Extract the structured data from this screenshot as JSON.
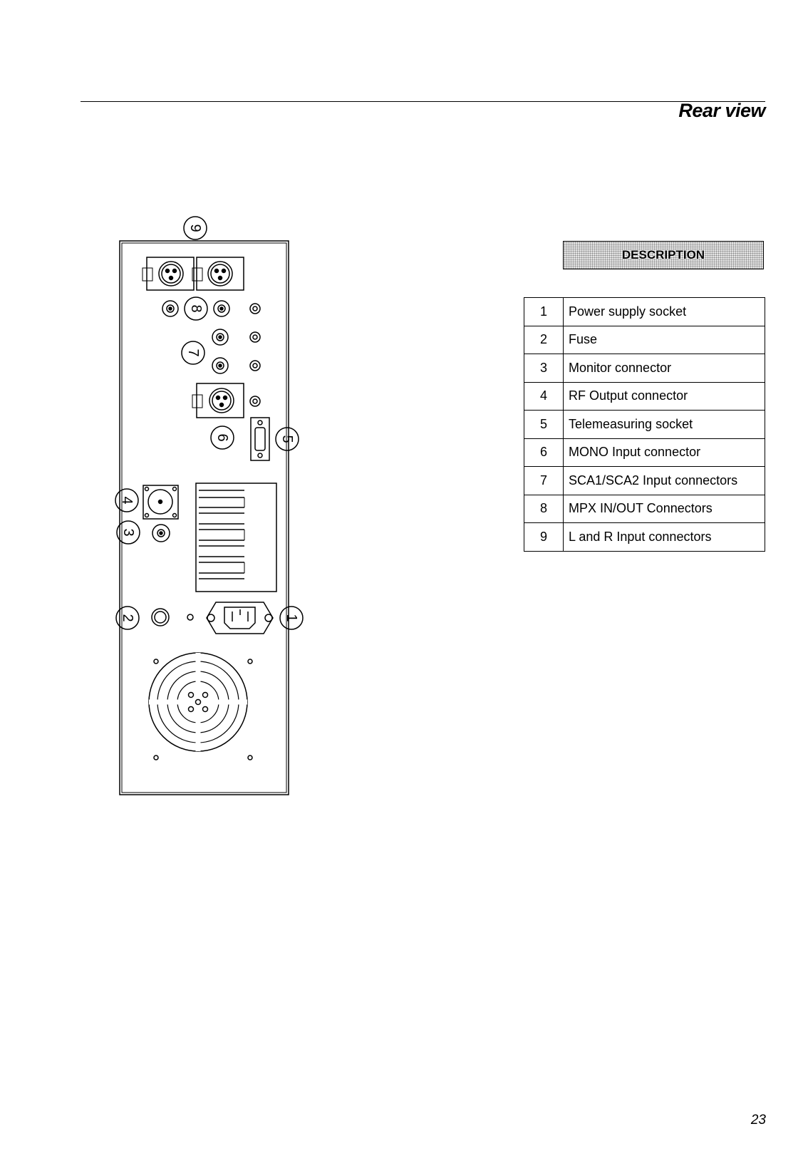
{
  "header": {
    "title": "Rear view"
  },
  "description": {
    "heading": "DESCRIPTION",
    "rows": [
      {
        "num": "1",
        "label": "Power supply socket"
      },
      {
        "num": "2",
        "label": "Fuse"
      },
      {
        "num": "3",
        "label": "Monitor connector"
      },
      {
        "num": "4",
        "label": "RF Output connector"
      },
      {
        "num": "5",
        "label": "Telemeasuring socket"
      },
      {
        "num": "6",
        "label": "MONO Input connector"
      },
      {
        "num": "7",
        "label": "SCA1/SCA2 Input connectors"
      },
      {
        "num": "8",
        "label": "MPX IN/OUT Connectors"
      },
      {
        "num": "9",
        "label": "L and R Input connectors"
      }
    ]
  },
  "diagram": {
    "callouts": [
      "9",
      "8",
      "7",
      "6",
      "5",
      "4",
      "3",
      "2",
      "1"
    ]
  },
  "footer": {
    "page_number": "23"
  }
}
